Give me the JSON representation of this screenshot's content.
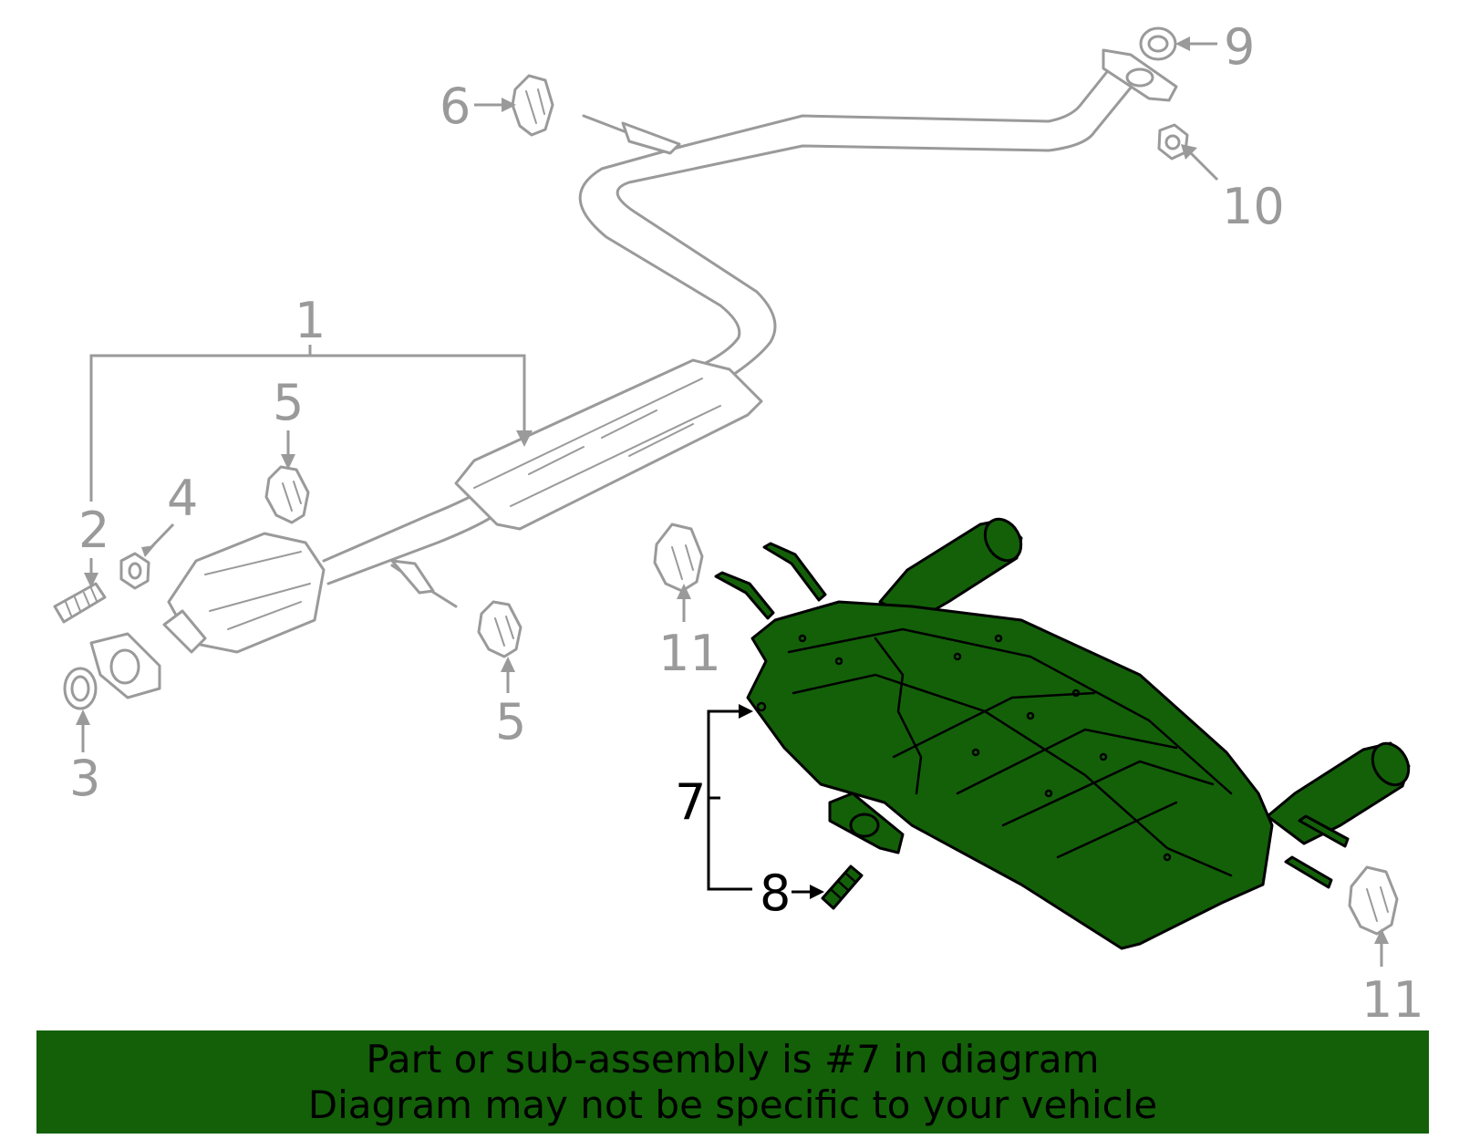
{
  "callouts": {
    "c1": "1",
    "c2": "2",
    "c3": "3",
    "c4": "4",
    "c5a": "5",
    "c5b": "5",
    "c6": "6",
    "c7": "7",
    "c8": "8",
    "c9": "9",
    "c10": "10",
    "c11a": "11",
    "c11b": "11"
  },
  "banner": {
    "line1": "Part or sub-assembly is #7 in diagram",
    "line2": "Diagram may not be specific to your vehicle"
  },
  "colors": {
    "highlight": "#136009",
    "outline_gray": "#9a9a9a"
  }
}
